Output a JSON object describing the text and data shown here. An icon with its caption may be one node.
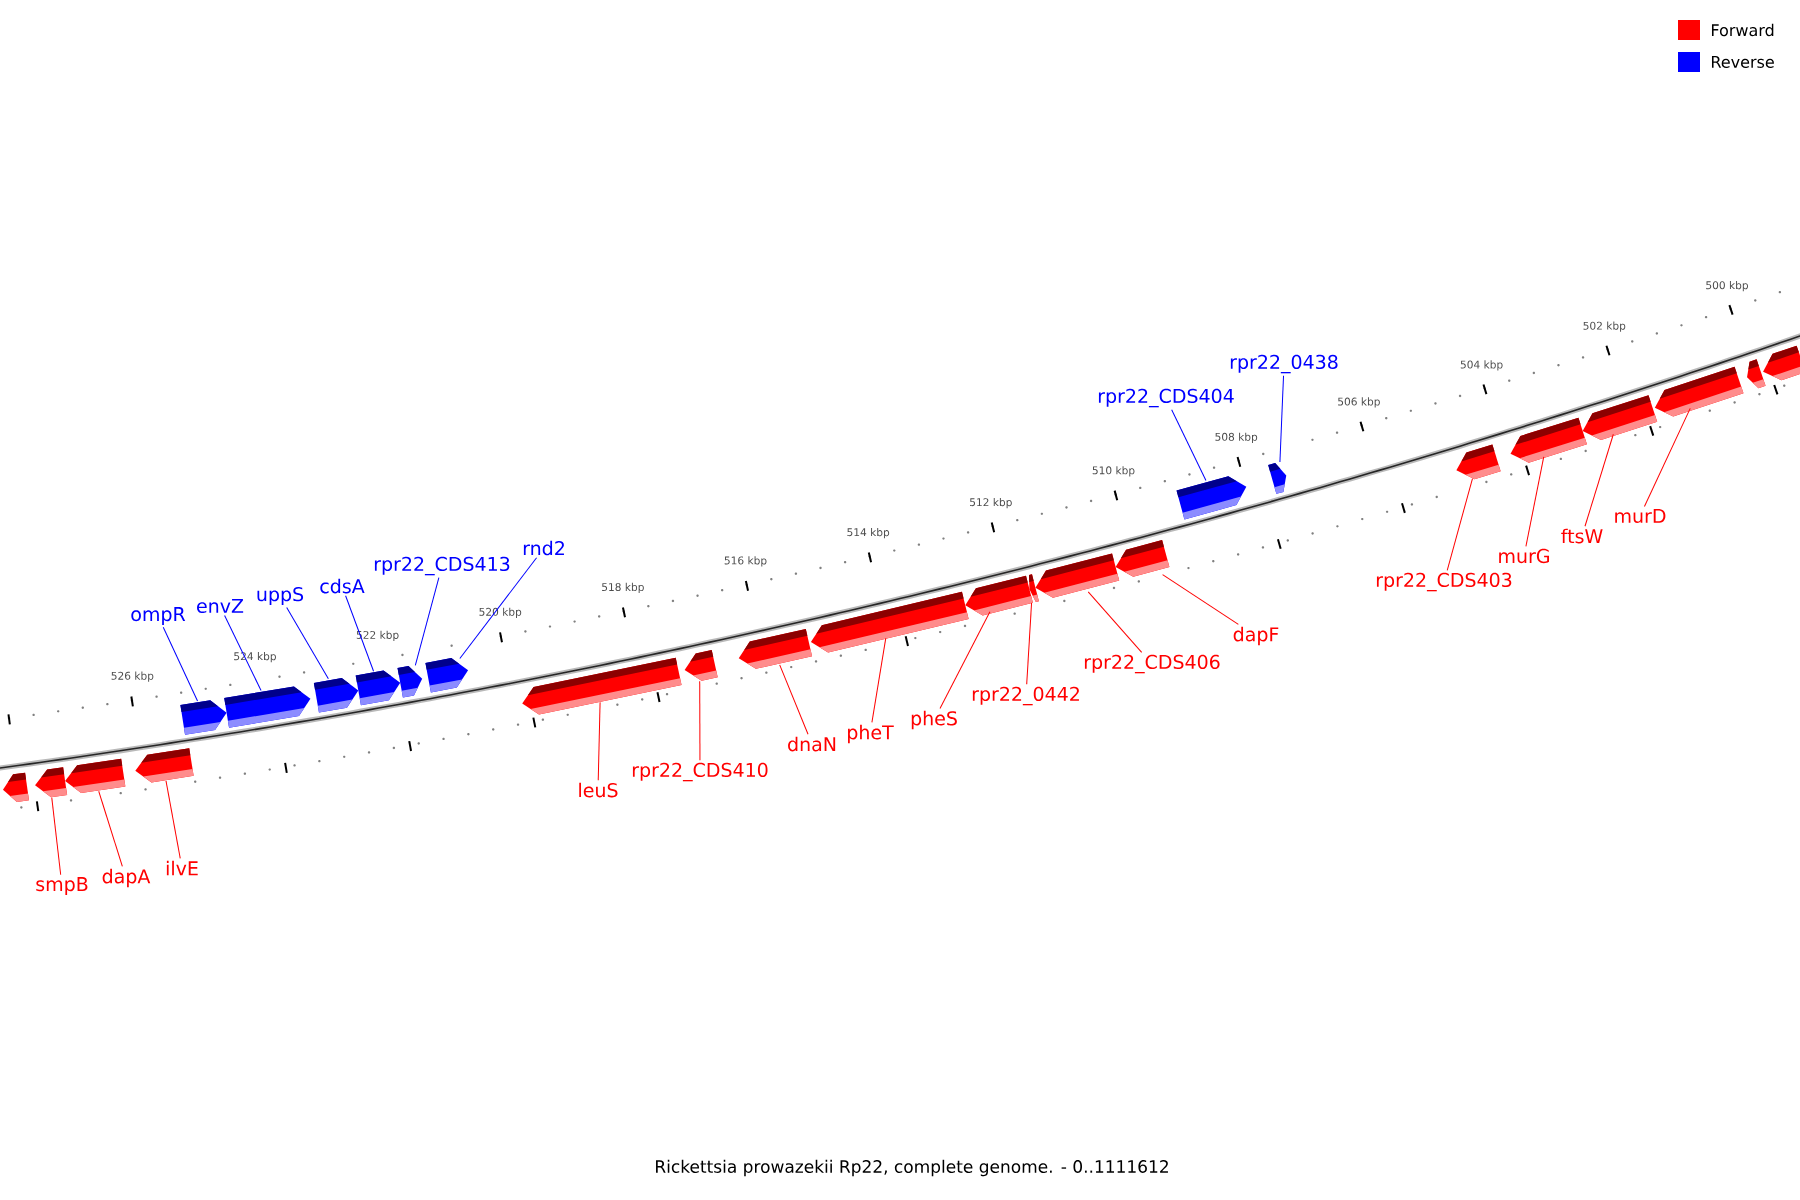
{
  "diagram": {
    "caption": "Rickettsia prowazekii Rp22, complete genome. - 0..1111612",
    "nodes": [
      {
        "text": [],
        "shape": "arrow"
      },
      {
        "text": [
          "smpB"
        ]
      },
      {
        "text": [],
        "shape": "arrow"
      },
      {
        "text": [
          "dapA"
        ]
      },
      {
        "text": [],
        "shape": "arrow"
      },
      {
        "text": [
          "ilvE"
        ]
      },
      {
        "text": [],
        "shape": "arrow"
      },
      {
        "text": [
          "ompR"
        ]
      },
      {
        "text": [],
        "shape": "arrow"
      },
      {
        "text": [
          "envZ"
        ]
      },
      {
        "text": [],
        "shape": "arrow"
      },
      {
        "text": [
          "uppS"
        ]
      },
      {
        "text": [],
        "shape": "arrow"
      },
      {
        "text": [
          "cdsA"
        ]
      },
      {
        "text": [],
        "shape": "arrow"
      },
      {
        "text": [
          "rpr22_CDS413"
        ]
      },
      {
        "text": [],
        "shape": "arrow"
      },
      {
        "text": [
          "rnd2"
        ]
      },
      {
        "text": [],
        "shape": "arrow"
      },
      {
        "text": [
          "leuS"
        ]
      },
      {
        "text": [],
        "shape": "arrow"
      },
      {
        "text": [
          "rpr22_CDS410"
        ]
      },
      {
        "text": [],
        "shape": "arrow"
      },
      {
        "text": [
          "dnaN"
        ]
      },
      {
        "text": [],
        "shape": "arrow"
      },
      {
        "text": [
          "pheT"
        ]
      },
      {
        "text": [],
        "shape": "arrow"
      },
      {
        "text": [
          "pheS"
        ]
      },
      {
        "text": [],
        "shape": "arrow"
      },
      {
        "text": [
          "rpr22_0442"
        ]
      },
      {
        "text": [],
        "shape": "arrow"
      },
      {
        "text": [
          "rpr22_CDS406"
        ]
      },
      {
        "text": [],
        "shape": "arrow"
      },
      {
        "text": [
          "dapF"
        ]
      },
      {
        "text": [],
        "shape": "arrow"
      },
      {
        "text": [
          "rpr22_CDS404"
        ]
      },
      {
        "text": [],
        "shape": "arrow"
      },
      {
        "text": [
          "rpr22_0438"
        ]
      },
      {
        "text": [],
        "shape": "arrow"
      },
      {
        "text": [
          "rpr22_CDS403"
        ]
      },
      {
        "text": [],
        "shape": "arrow"
      },
      {
        "text": [
          "murG"
        ]
      },
      {
        "text": [],
        "shape": "arrow"
      },
      {
        "text": [
          "ftsW"
        ]
      },
      {
        "text": [],
        "shape": "arrow"
      },
      {
        "text": [
          "murD"
        ]
      },
      {
        "text": [],
        "shape": "arrow"
      },
      {
        "text": [],
        "shape": "arrow"
      },
      {
        "text": [],
        "shape": "arrow"
      }
    ],
    "edges": [
      {
        "from": 1,
        "to": 2,
        "arrow": "none"
      },
      {
        "from": 3,
        "to": 4,
        "arrow": "none"
      },
      {
        "from": 5,
        "to": 6,
        "arrow": "none"
      },
      {
        "from": 7,
        "to": 8,
        "arrow": "none",
        "color": "#0000ff"
      },
      {
        "from": 9,
        "to": 10,
        "arrow": "none",
        "color": "#0000ff"
      },
      {
        "from": 11,
        "to": 12,
        "arrow": "none",
        "color": "#0000ff"
      },
      {
        "from": 13,
        "to": 14,
        "arrow": "none",
        "color": "#0000ff"
      },
      {
        "from": 15,
        "to": 16,
        "arrow": "none",
        "color": "#0000ff"
      },
      {
        "from": 17,
        "to": 18,
        "arrow": "none",
        "color": "#0000ff"
      },
      {
        "from": 19,
        "to": 20,
        "arrow": "none"
      },
      {
        "from": 21,
        "to": 22,
        "arrow": "none"
      },
      {
        "from": 23,
        "to": 24,
        "arrow": "none"
      },
      {
        "from": 25,
        "to": 26,
        "arrow": "none"
      },
      {
        "from": 27,
        "to": 28,
        "arrow": "none"
      },
      {
        "from": 29,
        "to": 30,
        "arrow": "none"
      },
      {
        "from": 31,
        "to": 32,
        "arrow": "none"
      },
      {
        "from": 33,
        "to": 34,
        "arrow": "none"
      },
      {
        "from": 35,
        "to": 36,
        "arrow": "none",
        "color": "#0000ff"
      },
      {
        "from": 37,
        "to": 38,
        "arrow": "none",
        "color": "#0000ff"
      },
      {
        "from": 39,
        "to": 40,
        "arrow": "none"
      },
      {
        "from": 41,
        "to": 42,
        "arrow": "none"
      },
      {
        "from": 43,
        "to": 44,
        "arrow": "none"
      },
      {
        "from": 45,
        "to": 46,
        "arrow": "none"
      }
    ],
    "labels": [
      "500 kbp",
      "502 kbp",
      "504 kbp",
      "506 kbp",
      "508 kbp",
      "510 kbp",
      "512 kbp",
      "514 kbp",
      "516 kbp",
      "518 kbp",
      "520 kbp",
      "522 kbp",
      "524 kbp",
      "526 kbp"
    ],
    "legend": [
      {
        "text": "Forward",
        "color": "#ff0000"
      },
      {
        "text": "Reverse",
        "color": "#0000ff"
      }
    ]
  }
}
